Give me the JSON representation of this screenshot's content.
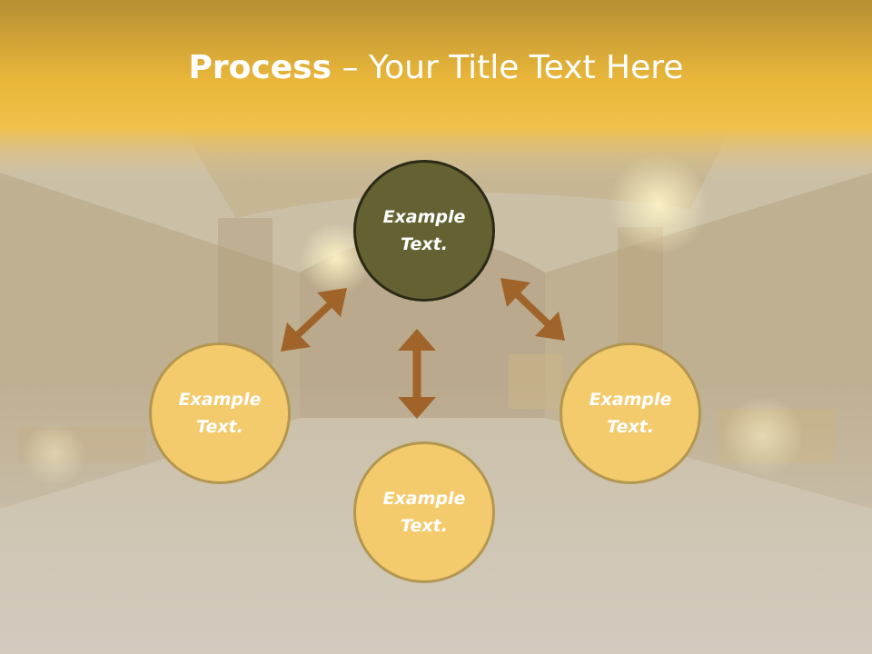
{
  "title": {
    "bold": "Process",
    "rest": " – Your Title Text Here"
  },
  "nodes": {
    "center": {
      "line1": "Example",
      "line2": "Text."
    },
    "left": {
      "line1": "Example",
      "line2": "Text."
    },
    "right": {
      "line1": "Example",
      "line2": "Text."
    },
    "bottom": {
      "line1": "Example",
      "line2": "Text."
    }
  },
  "colors": {
    "title_bar": "#eab73a",
    "center_fill": "#646232",
    "center_border": "#2b2a16",
    "satellite_fill": "#f3cb6c",
    "satellite_border": "#b39650",
    "arrow": "#a0642a",
    "text": "#ffffff"
  }
}
